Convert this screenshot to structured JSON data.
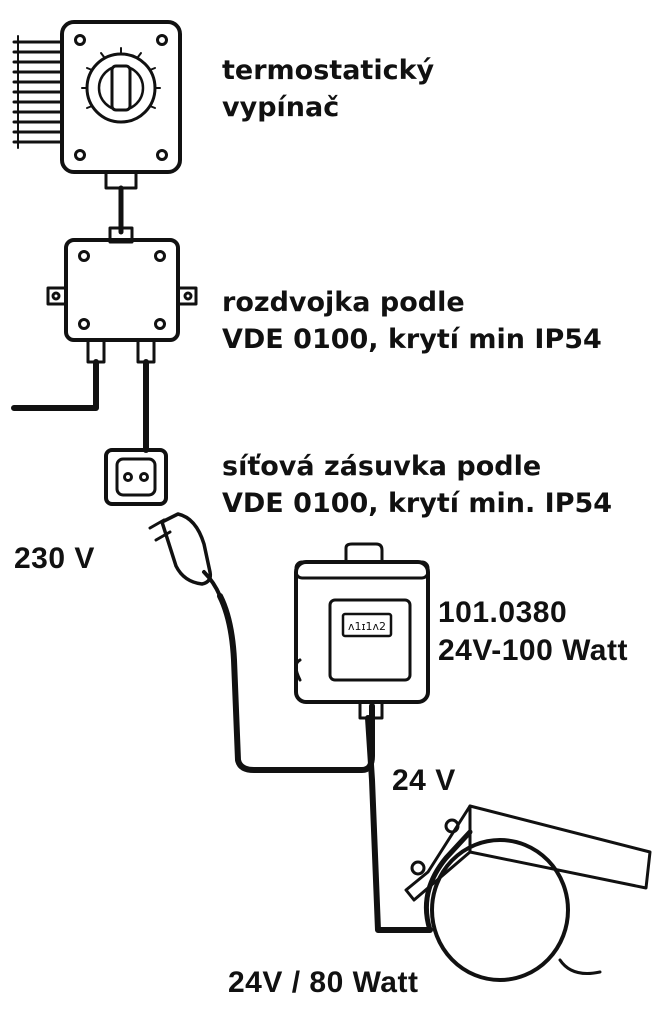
{
  "labels": {
    "thermostat": {
      "line1": "termostatický",
      "line2": "vypínač"
    },
    "junction_box": {
      "line1": "rozdvojka podle",
      "line2": "VDE 0100, krytí min IP54"
    },
    "socket": {
      "line1": "síťová zásuvka podle",
      "line2": "VDE 0100, krytí min. IP54"
    },
    "mains_voltage": "230 V",
    "transformer": {
      "line1": "101.0380",
      "line2": "24V-100 Watt"
    },
    "output_voltage": "24 V",
    "heater": "24V / 80 Watt",
    "transformer_meter": "ᴧ1ɪ1ᴧ2"
  },
  "colors": {
    "ink": "#111111",
    "paper": "#ffffff"
  }
}
